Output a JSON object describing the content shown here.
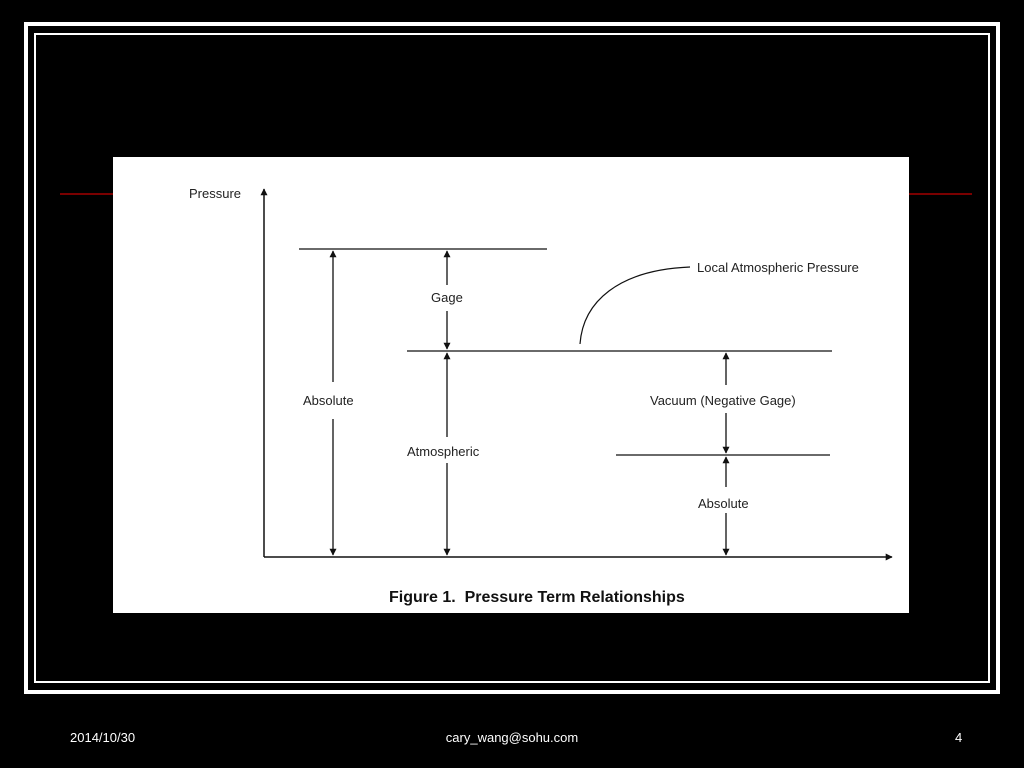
{
  "slide": {
    "figure": {
      "y_axis_label": "Pressure",
      "labels": {
        "gage": "Gage",
        "absolute_left": "Absolute",
        "atmospheric": "Atmospheric",
        "local_atmospheric_pressure": "Local Atmospheric Pressure",
        "vacuum": "Vacuum (Negative Gage)",
        "absolute_right": "Absolute"
      },
      "caption": "Figure 1.  Pressure Term Relationships"
    },
    "footer": {
      "date": "2014/10/30",
      "email": "cary_wang@sohu.com",
      "page_number": "4"
    },
    "colors": {
      "background": "#000000",
      "frame": "#ffffff",
      "accent_rule": "#7a0000",
      "figure_background": "#ffffff",
      "figure_ink": "#111111"
    }
  }
}
